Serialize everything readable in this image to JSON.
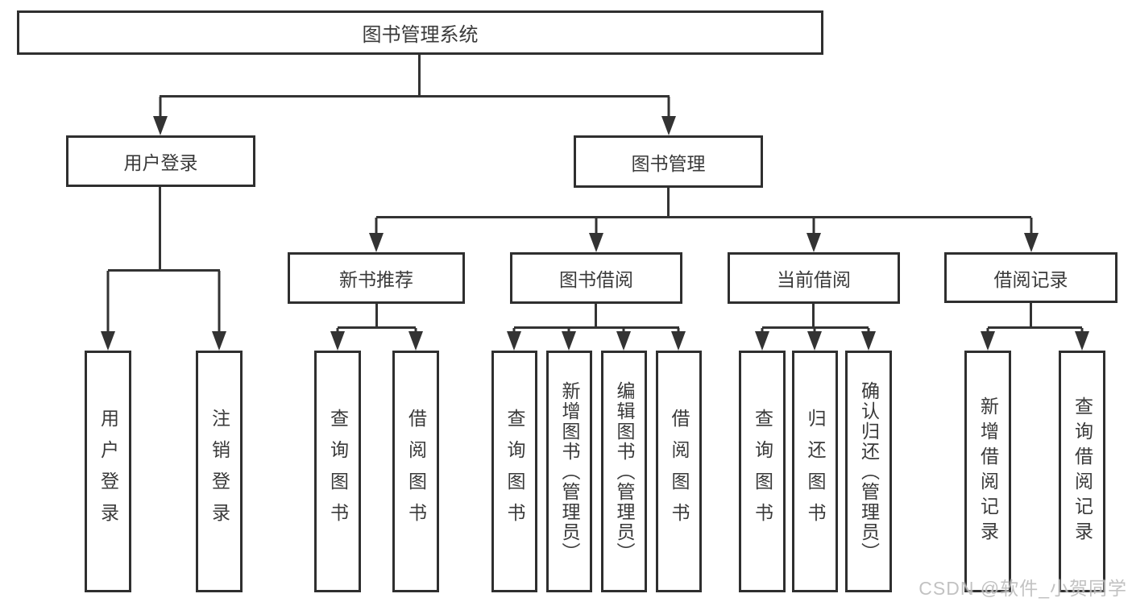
{
  "diagram": {
    "title": "图书管理系统",
    "type": "functional-structure-tree",
    "colors": {
      "line": "#333333",
      "box_border": "#2f2f2f",
      "box_fill": "#ffffff",
      "text": "#3a3a3a",
      "watermark_text_color": "#bcbcbc"
    },
    "nodes": {
      "root": {
        "label": "图书管理系统"
      },
      "user_login": {
        "label": "用户登录"
      },
      "book_mgmt": {
        "label": "图书管理"
      },
      "new_book_rec": {
        "label": "新书推荐"
      },
      "book_borrow": {
        "label": "图书借阅"
      },
      "current_borrow": {
        "label": "当前借阅"
      },
      "borrow_record": {
        "label": "借阅记录"
      },
      "leaf_user_login": {
        "label": "用户登录"
      },
      "leaf_logout": {
        "label": "注销登录"
      },
      "leaf_query_books_rec": {
        "label": "查询图书"
      },
      "leaf_borrow_books_rec": {
        "label": "借阅图书"
      },
      "leaf_query_books_borrow": {
        "label": "查询图书"
      },
      "leaf_add_book": {
        "label": "新增图书（管理员）"
      },
      "leaf_edit_book": {
        "label": "编辑图书（管理员）"
      },
      "leaf_borrow_books_borrow": {
        "label": "借阅图书"
      },
      "leaf_query_books_current": {
        "label": "查询图书"
      },
      "leaf_return_book": {
        "label": "归还图书"
      },
      "leaf_confirm_return": {
        "label": "确认归还（管理员）"
      },
      "leaf_add_borrow_record": {
        "label": "新增借阅记录"
      },
      "leaf_query_borrow_record": {
        "label": "查询借阅记录"
      }
    },
    "watermark": "CSDN @软件_小贺同学"
  }
}
